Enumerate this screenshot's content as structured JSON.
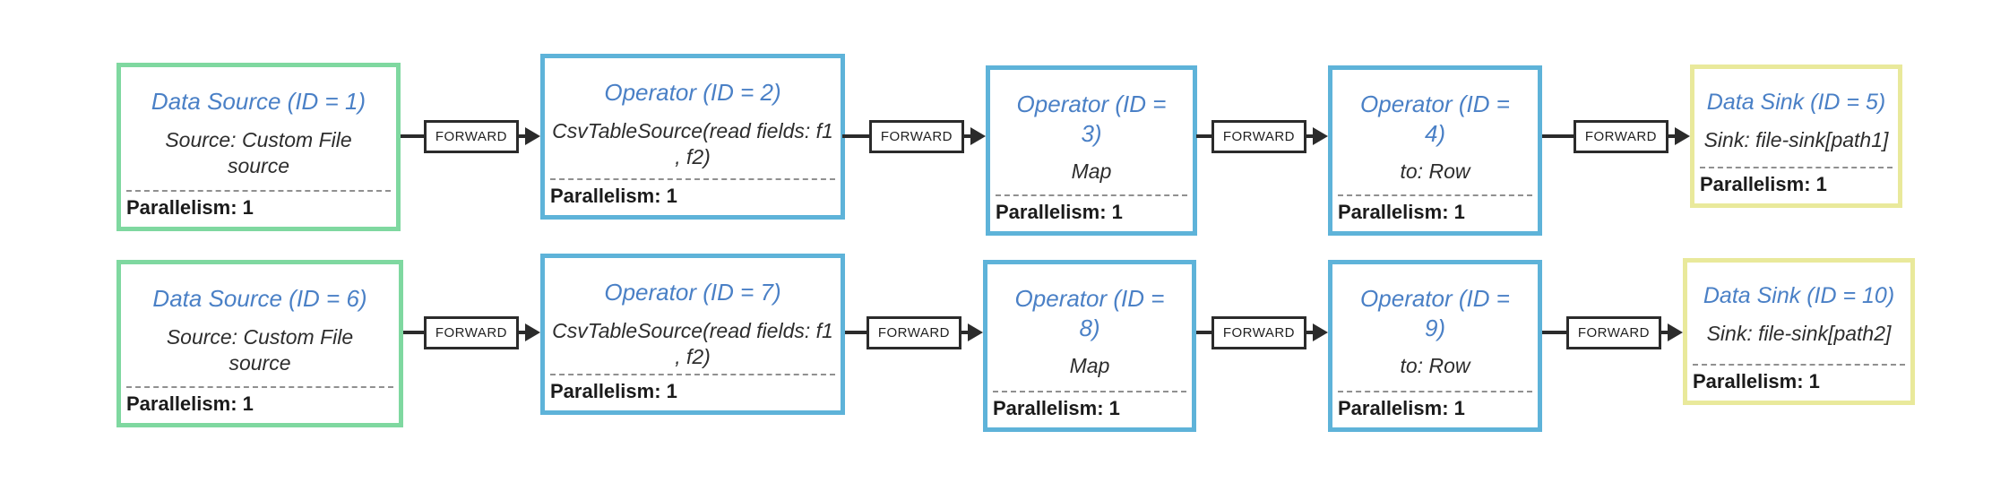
{
  "diagram": {
    "edge_label": "FORWARD",
    "colors": {
      "source_border": "#7fd8a0",
      "operator_border": "#5eb3d9",
      "sink_border": "#e9e99b",
      "node_title": "#4a80c6"
    },
    "rows": [
      {
        "nodes": [
          {
            "type": "source",
            "title": "Data Source (ID = 1)",
            "subtitle": "Source: Custom File source",
            "parallelism": "Parallelism: 1"
          },
          {
            "type": "operator",
            "title": "Operator (ID = 2)",
            "subtitle": "CsvTableSource(read fields: f1 , f2)",
            "parallelism": "Parallelism: 1"
          },
          {
            "type": "operator",
            "title": "Operator (ID = 3)",
            "subtitle": "Map",
            "parallelism": "Parallelism: 1"
          },
          {
            "type": "operator",
            "title": "Operator (ID = 4)",
            "subtitle": "to: Row",
            "parallelism": "Parallelism: 1"
          },
          {
            "type": "sink",
            "title": "Data Sink (ID = 5)",
            "subtitle": "Sink: file-sink[path1]",
            "parallelism": "Parallelism: 1"
          }
        ]
      },
      {
        "nodes": [
          {
            "type": "source",
            "title": "Data Source (ID = 6)",
            "subtitle": "Source: Custom File source",
            "parallelism": "Parallelism: 1"
          },
          {
            "type": "operator",
            "title": "Operator (ID = 7)",
            "subtitle": "CsvTableSource(read fields: f1 , f2)",
            "parallelism": "Parallelism: 1"
          },
          {
            "type": "operator",
            "title": "Operator (ID = 8)",
            "subtitle": "Map",
            "parallelism": "Parallelism: 1"
          },
          {
            "type": "operator",
            "title": "Operator (ID = 9)",
            "subtitle": "to: Row",
            "parallelism": "Parallelism: 1"
          },
          {
            "type": "sink",
            "title": "Data Sink (ID = 10)",
            "subtitle": "Sink: file-sink[path2]",
            "parallelism": "Parallelism: 1"
          }
        ]
      }
    ]
  }
}
